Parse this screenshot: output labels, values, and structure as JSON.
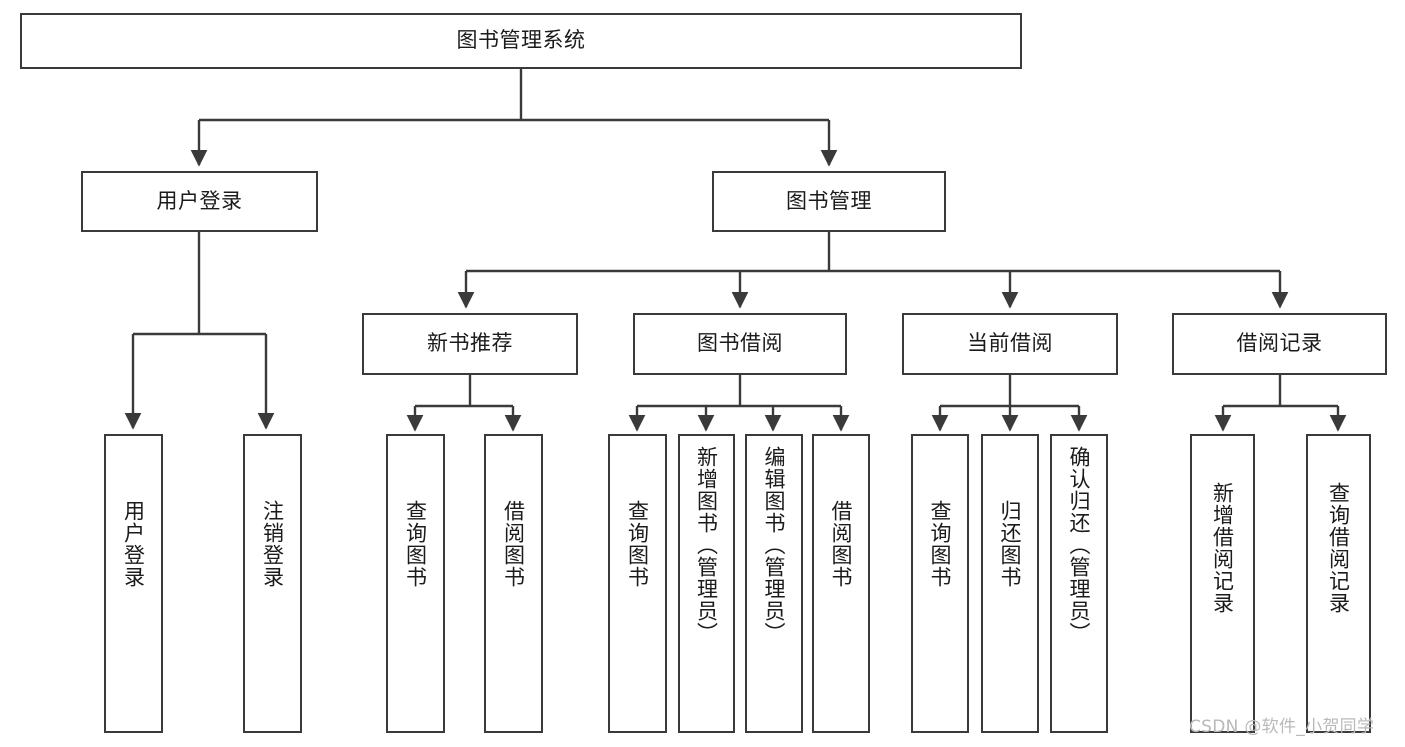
{
  "diagram": {
    "title": "图书管理系统",
    "type": "hierarchy-tree",
    "root": {
      "id": "root",
      "label": "图书管理系统"
    },
    "level2": [
      {
        "id": "user-login",
        "label": "用户登录"
      },
      {
        "id": "book-manage",
        "label": "图书管理"
      }
    ],
    "level3": [
      {
        "id": "new-book-rec",
        "label": "新书推荐"
      },
      {
        "id": "book-borrow",
        "label": "图书借阅"
      },
      {
        "id": "current-borrow",
        "label": "当前借阅"
      },
      {
        "id": "borrow-record",
        "label": "借阅记录"
      }
    ],
    "leaves": {
      "user_login": [
        {
          "id": "leaf-user-login",
          "label": "用户登录"
        },
        {
          "id": "leaf-logout",
          "label": "注销登录"
        }
      ],
      "new_book_rec": [
        {
          "id": "leaf-query-book-1",
          "label": "查询图书"
        },
        {
          "id": "leaf-borrow-book-1",
          "label": "借阅图书"
        }
      ],
      "book_borrow": [
        {
          "id": "leaf-query-book-2",
          "label": "查询图书"
        },
        {
          "id": "leaf-add-book",
          "label": "新增图书（管理员）"
        },
        {
          "id": "leaf-edit-book",
          "label": "编辑图书（管理员）"
        },
        {
          "id": "leaf-borrow-book-2",
          "label": "借阅图书"
        }
      ],
      "current_borrow": [
        {
          "id": "leaf-query-book-3",
          "label": "查询图书"
        },
        {
          "id": "leaf-return-book",
          "label": "归还图书"
        },
        {
          "id": "leaf-confirm-return",
          "label": "确认归还（管理员）"
        }
      ],
      "borrow_record": [
        {
          "id": "leaf-add-record",
          "label": "新增借阅记录"
        },
        {
          "id": "leaf-query-record",
          "label": "查询借阅记录"
        }
      ]
    }
  },
  "watermark": {
    "text": "CSDN @软件_小贺同学"
  },
  "colors": {
    "border": "#3a3a3a",
    "text": "#1b1b1b",
    "background": "#ffffff",
    "watermark": "#b9b9b9"
  }
}
